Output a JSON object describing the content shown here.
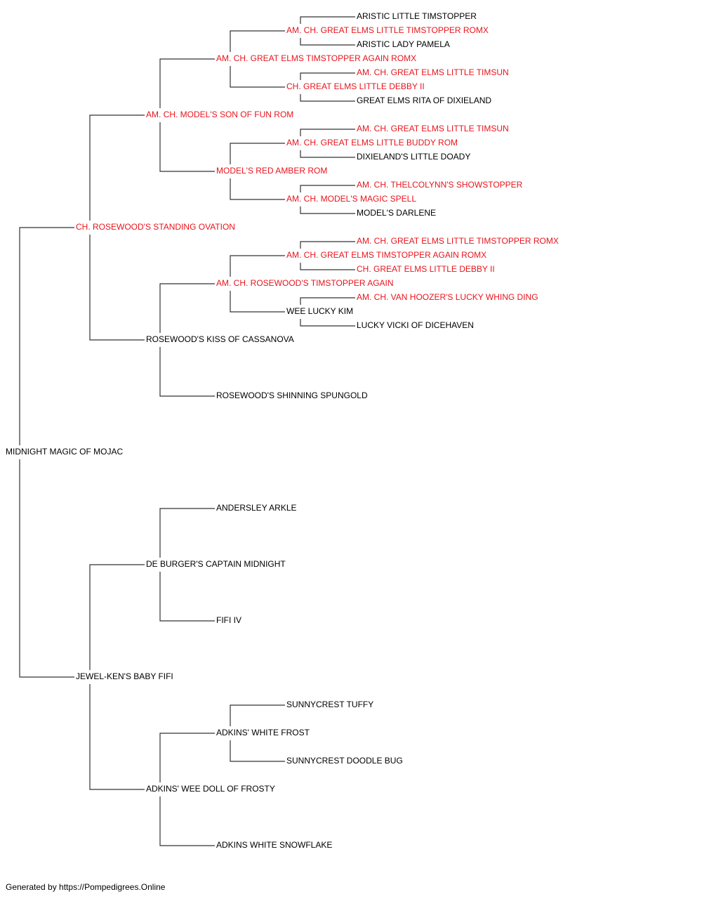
{
  "colors": {
    "champion": "#e8141c",
    "normal": "#000000",
    "line": "#333333"
  },
  "footer": "Generated by https://Pompedigrees.Online",
  "pedigree": {
    "name": "MIDNIGHT MAGIC OF MOJAC",
    "champion": false,
    "sire": {
      "name": "CH. ROSEWOOD'S STANDING OVATION",
      "champion": true,
      "sire": {
        "name": "AM. CH. MODEL'S SON OF FUN ROM",
        "champion": true,
        "sire": {
          "name": "AM. CH. GREAT ELMS TIMSTOPPER AGAIN ROMX",
          "champion": true,
          "sire": {
            "name": "AM. CH. GREAT ELMS LITTLE TIMSTOPPER ROMX",
            "champion": true,
            "sire": {
              "name": "ARISTIC LITTLE TIMSTOPPER",
              "champion": false
            },
            "dam": {
              "name": "ARISTIC LADY PAMELA",
              "champion": false
            }
          },
          "dam": {
            "name": "CH. GREAT ELMS LITTLE DEBBY II",
            "champion": true,
            "sire": {
              "name": "AM. CH. GREAT ELMS LITTLE TIMSUN",
              "champion": true
            },
            "dam": {
              "name": "GREAT ELMS RITA OF DIXIELAND",
              "champion": false
            }
          }
        },
        "dam": {
          "name": "MODEL'S RED AMBER ROM",
          "champion": true,
          "sire": {
            "name": "AM. CH. GREAT ELMS LITTLE BUDDY ROM",
            "champion": true,
            "sire": {
              "name": "AM. CH. GREAT ELMS LITTLE TIMSUN",
              "champion": true
            },
            "dam": {
              "name": "DIXIELAND'S LITTLE DOADY",
              "champion": false
            }
          },
          "dam": {
            "name": "AM. CH. MODEL'S MAGIC SPELL",
            "champion": true,
            "sire": {
              "name": "AM. CH. THELCOLYNN'S SHOWSTOPPER",
              "champion": true
            },
            "dam": {
              "name": "MODEL'S DARLENE",
              "champion": false
            }
          }
        }
      },
      "dam": {
        "name": "ROSEWOOD'S KISS OF CASSANOVA",
        "champion": false,
        "sire": {
          "name": "AM. CH. ROSEWOOD'S TIMSTOPPER AGAIN",
          "champion": true,
          "sire": {
            "name": "AM. CH. GREAT ELMS TIMSTOPPER AGAIN ROMX",
            "champion": true,
            "sire": {
              "name": "AM. CH. GREAT ELMS LITTLE TIMSTOPPER ROMX",
              "champion": true
            },
            "dam": {
              "name": "CH. GREAT ELMS LITTLE DEBBY II",
              "champion": true
            }
          },
          "dam": {
            "name": "WEE LUCKY KIM",
            "champion": false,
            "sire": {
              "name": "AM. CH. VAN HOOZER'S LUCKY WHING DING",
              "champion": true
            },
            "dam": {
              "name": "LUCKY VICKI OF DICEHAVEN",
              "champion": false
            }
          }
        },
        "dam": {
          "name": "ROSEWOOD'S SHINNING SPUNGOLD",
          "champion": false
        }
      }
    },
    "dam": {
      "name": "JEWEL-KEN'S BABY FIFI",
      "champion": false,
      "sire": {
        "name": "DE BURGER'S CAPTAIN MIDNIGHT",
        "champion": false,
        "sire": {
          "name": "ANDERSLEY ARKLE",
          "champion": false
        },
        "dam": {
          "name": "FIFI IV",
          "champion": false
        }
      },
      "dam": {
        "name": "ADKINS' WEE DOLL OF FROSTY",
        "champion": false,
        "sire": {
          "name": "ADKINS' WHITE FROST",
          "champion": false,
          "sire": {
            "name": "SUNNYCREST TUFFY",
            "champion": false
          },
          "dam": {
            "name": "SUNNYCREST DOODLE BUG",
            "champion": false
          }
        },
        "dam": {
          "name": "ADKINS WHITE SNOWFLAKE",
          "champion": false
        }
      }
    }
  }
}
